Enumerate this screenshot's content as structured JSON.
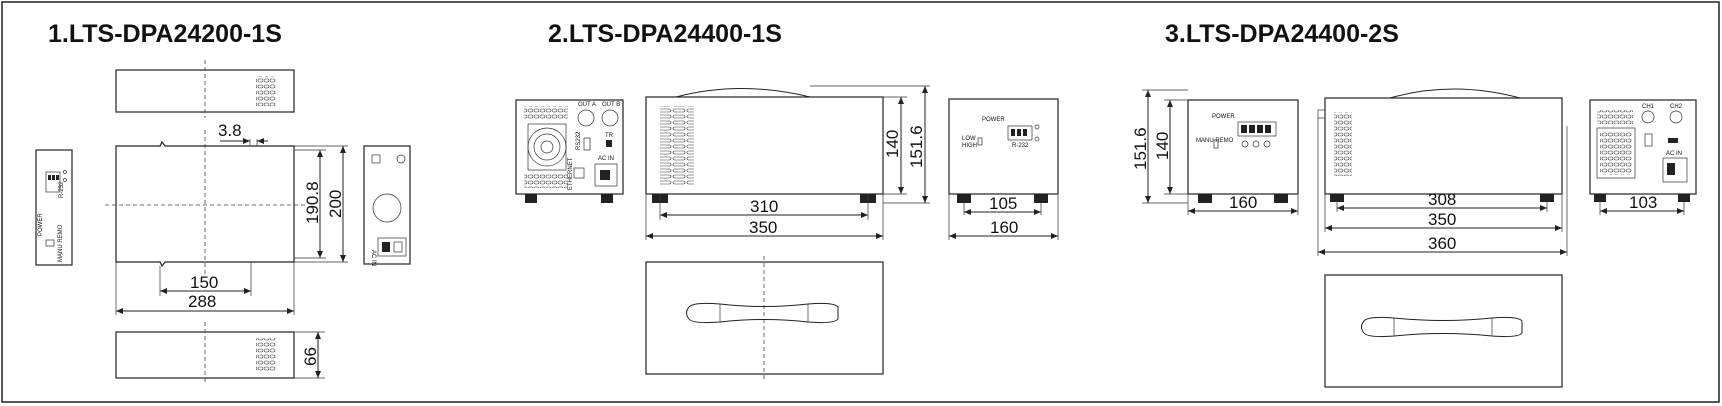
{
  "models": [
    {
      "title": "1.LTS-DPA24200-1S",
      "dims": {
        "gap": "3.8",
        "width": "288",
        "inner": "150",
        "depth": "200",
        "depth_inner": "190.8",
        "height": "66"
      },
      "labels": {
        "power": "POWER",
        "mode": "MANU REMO",
        "port": "R-232",
        "acin": "AC IN"
      }
    },
    {
      "title": "2.LTS-DPA24400-1S",
      "dims": {
        "w310": "310",
        "w350": "350",
        "h140": "140",
        "h1516": "151.6",
        "w105": "105",
        "w160": "160"
      },
      "labels": {
        "outa": "OUT A",
        "outb": "OUT B",
        "rs232": "RS232",
        "tr": "TR",
        "acin": "AC IN",
        "ethernet": "ETHERNET",
        "power": "POWER",
        "low": "LOW",
        "high": "HIGH",
        "port": "R-232"
      }
    },
    {
      "title": "3.LTS-DPA24400-2S",
      "dims": {
        "h1516": "151.6",
        "h140": "140",
        "w160": "160",
        "w308": "308",
        "w350": "350",
        "w360": "360",
        "w103": "103"
      },
      "labels": {
        "power": "POWER",
        "mode": "MANU REMO",
        "ch1": "CH1",
        "ch2": "CH2",
        "acin": "AC IN"
      }
    }
  ]
}
